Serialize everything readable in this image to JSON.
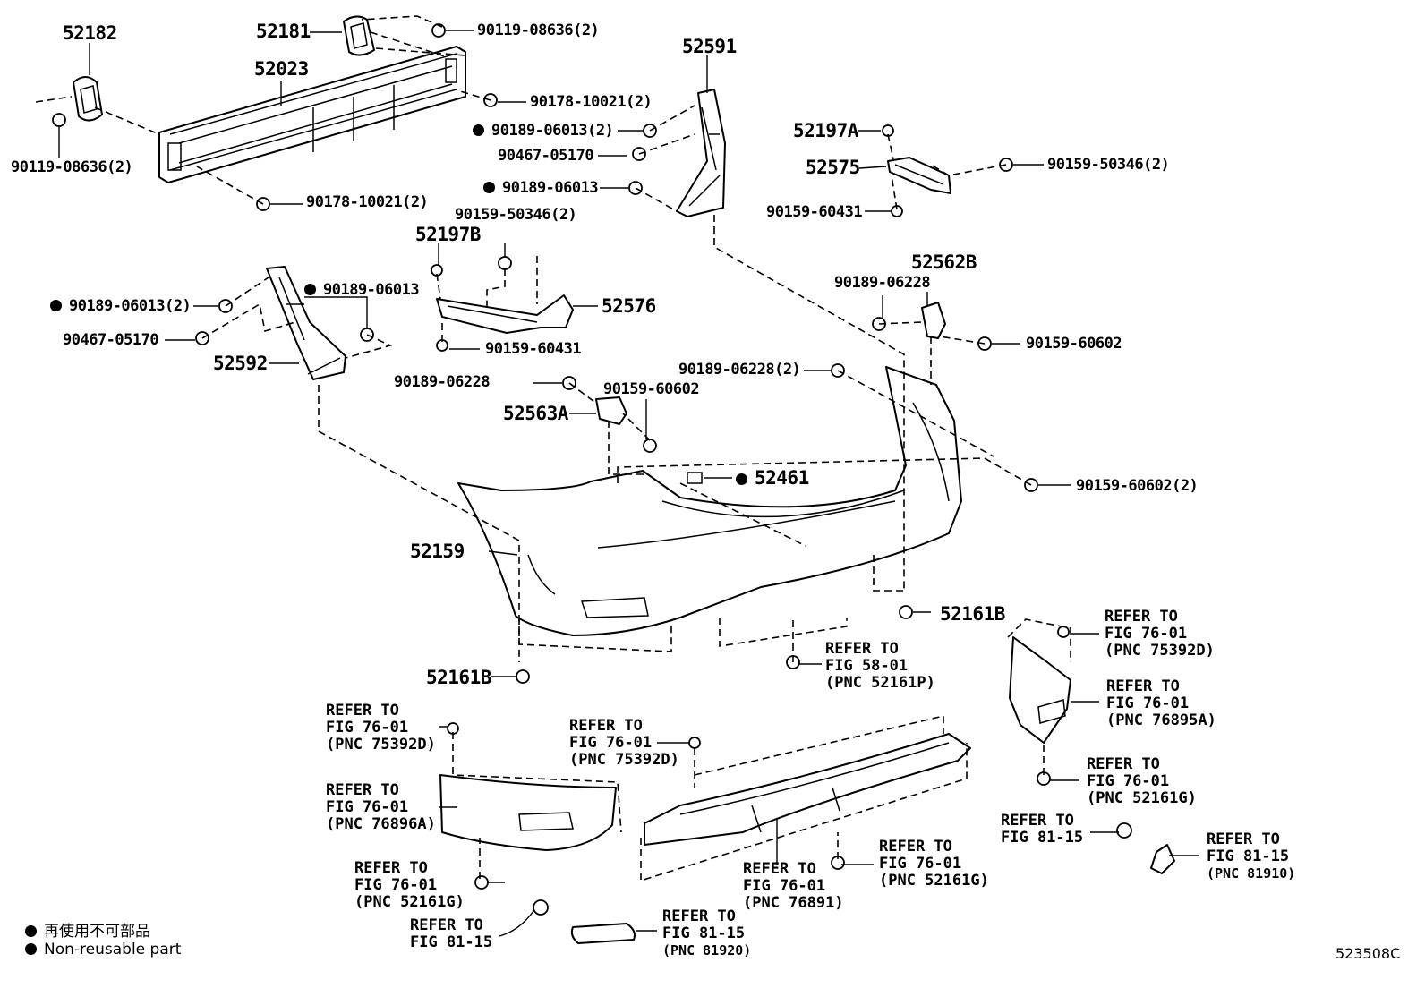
{
  "legend": {
    "japanese": "再使用不可部品",
    "english": "Non-reusable part"
  },
  "figure_code": "523508C",
  "labels": {
    "p52182": "52182",
    "p52181": "52181",
    "p52023": "52023",
    "f90119_08636_2_top": "90119-08636(2)",
    "f90119_08636_2_left": "90119-08636(2)",
    "f90178_10021_2_top": "90178-10021(2)",
    "f90178_10021_2_bottom": "90178-10021(2)",
    "p52591": "52591",
    "f90189_06013_2_mid": "90189-06013(2)",
    "f90467_05170_mid": "90467-05170",
    "f90189_06013_mid": "90189-06013",
    "f90159_50346_2_mid": "90159-50346(2)",
    "p52197A": "52197A",
    "p52575": "52575",
    "f90159_50346_2_right": "90159-50346(2)",
    "f90159_60431_right": "90159-60431",
    "p52197B": "52197B",
    "p52576": "52576",
    "f90159_60431_mid": "90159-60431",
    "f90189_06013_2_left": "90189-06013(2)",
    "f90189_06013_left": "90189-06013",
    "f90467_05170_left": "90467-05170",
    "p52592": "52592",
    "p52562B": "52562B",
    "f90189_06228_right": "90189-06228",
    "f90159_60602_right": "90159-60602",
    "f90189_06228_2": "90189-06228(2)",
    "f90189_06228_mid": "90189-06228",
    "f90159_60602_mid": "90159-60602",
    "p52563A": "52563A",
    "p52461": "52461",
    "f90159_60602_2": "90159-60602(2)",
    "p52159": "52159",
    "p52161B_right": "52161B",
    "p52161B_left": "52161B",
    "ref_fig58_a": "REFER TO",
    "ref_fig58_b": "FIG 58-01",
    "ref_fig58_c": "(PNC 52161P)",
    "ref_r1_a": "REFER TO",
    "ref_r1_b": "FIG 76-01",
    "ref_r1_c": "(PNC 75392D)",
    "ref_r2_a": "REFER TO",
    "ref_r2_b": "FIG 76-01",
    "ref_r2_c": "(PNC 76895A)",
    "ref_r3_a": "REFER TO",
    "ref_r3_b": "FIG 76-01",
    "ref_r3_c": "(PNC 52161G)",
    "ref_r4_a": "REFER TO",
    "ref_r4_b": "FIG 81-15",
    "ref_r5_a": "REFER TO",
    "ref_r5_b": "FIG 81-15",
    "ref_r5_c": "(PNC 81910)",
    "ref_l1_a": "REFER TO",
    "ref_l1_b": "FIG 76-01",
    "ref_l1_c": "(PNC 75392D)",
    "ref_l2_a": "REFER TO",
    "ref_l2_b": "FIG 76-01",
    "ref_l2_c": "(PNC 76896A)",
    "ref_l3_a": "REFER TO",
    "ref_l3_b": "FIG 76-01",
    "ref_l3_c": "(PNC 52161G)",
    "ref_c1_a": "REFER TO",
    "ref_c1_b": "FIG 76-01",
    "ref_c1_c": "(PNC 75392D)",
    "ref_c2_a": "REFER TO",
    "ref_c2_b": "FIG 76-01",
    "ref_c2_c": "(PNC 52161G)",
    "ref_c3_a": "REFER TO",
    "ref_c3_b": "FIG 76-01",
    "ref_c3_c": "(PNC 76891)",
    "ref_b1_a": "REFER TO",
    "ref_b1_b": "FIG 81-15",
    "ref_b2_a": "REFER TO",
    "ref_b2_b": "FIG 81-15",
    "ref_b2_c": "(PNC 81920)"
  }
}
